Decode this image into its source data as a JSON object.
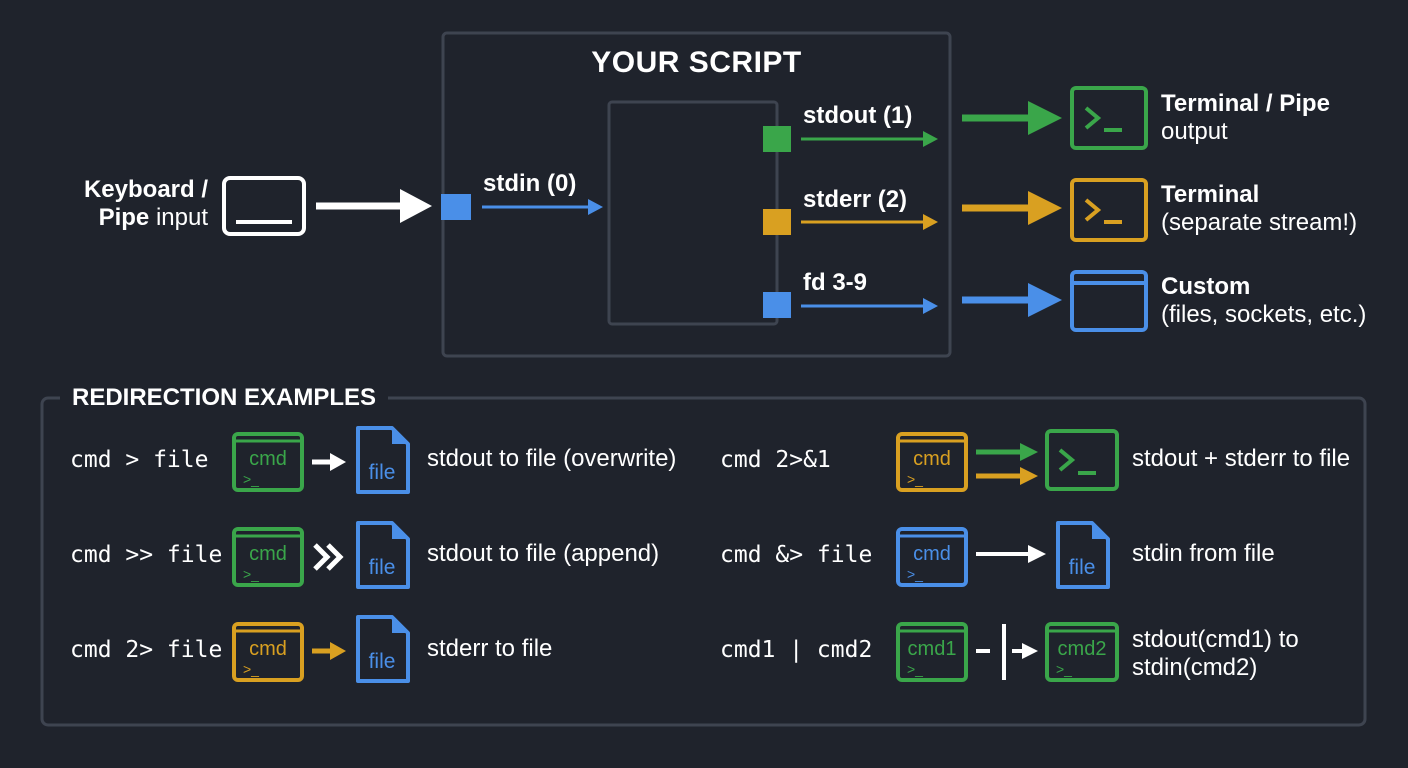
{
  "colors": {
    "background": "#1f232c",
    "panel_border": "#3e4450",
    "stdout_green": "#3aa64a",
    "stderr_orange": "#d9a021",
    "stdin_blue": "#4a8fe8",
    "white": "#ffffff"
  },
  "script": {
    "title": "YOUR SCRIPT"
  },
  "input": {
    "line1_bold": "Keyboard /",
    "line2_bold": "Pipe",
    "line2_rest": " input",
    "icon": "keyboard-icon"
  },
  "streams": {
    "stdin": "stdin (0)",
    "stdout": "stdout (1)",
    "stderr": "stderr (2)",
    "fd": "fd 3-9"
  },
  "outputs": {
    "stdout": {
      "title": "Terminal / Pipe",
      "sub": "output",
      "icon": "terminal-icon"
    },
    "stderr": {
      "title": "Terminal",
      "sub": "(separate stream!)",
      "icon": "terminal-icon"
    },
    "custom": {
      "title": "Custom",
      "sub": "(files, sockets, etc.)",
      "icon": "window-icon"
    }
  },
  "redirection": {
    "title": "REDIRECTION EXAMPLES",
    "cmd_label": "cmd",
    "file_label": "file",
    "term_prompt": ">_",
    "examples": [
      {
        "command": "cmd > file",
        "desc": "stdout to file (overwrite)"
      },
      {
        "command": "cmd >> file",
        "desc": "stdout to file (append)"
      },
      {
        "command": "cmd 2> file",
        "desc": "stderr to file"
      },
      {
        "command": "cmd 2>&1",
        "desc": "stdout + stderr to file"
      },
      {
        "command": "cmd &> file",
        "desc": "stdin from file"
      },
      {
        "command": "cmd1 | cmd2",
        "desc": "stdout(cmd1) to\nstdin(cmd2)",
        "desc_line1": "stdout(cmd1) to",
        "desc_line2": "stdin(cmd2)"
      }
    ],
    "pipe_left": "cmd1",
    "pipe_right": "cmd2"
  }
}
